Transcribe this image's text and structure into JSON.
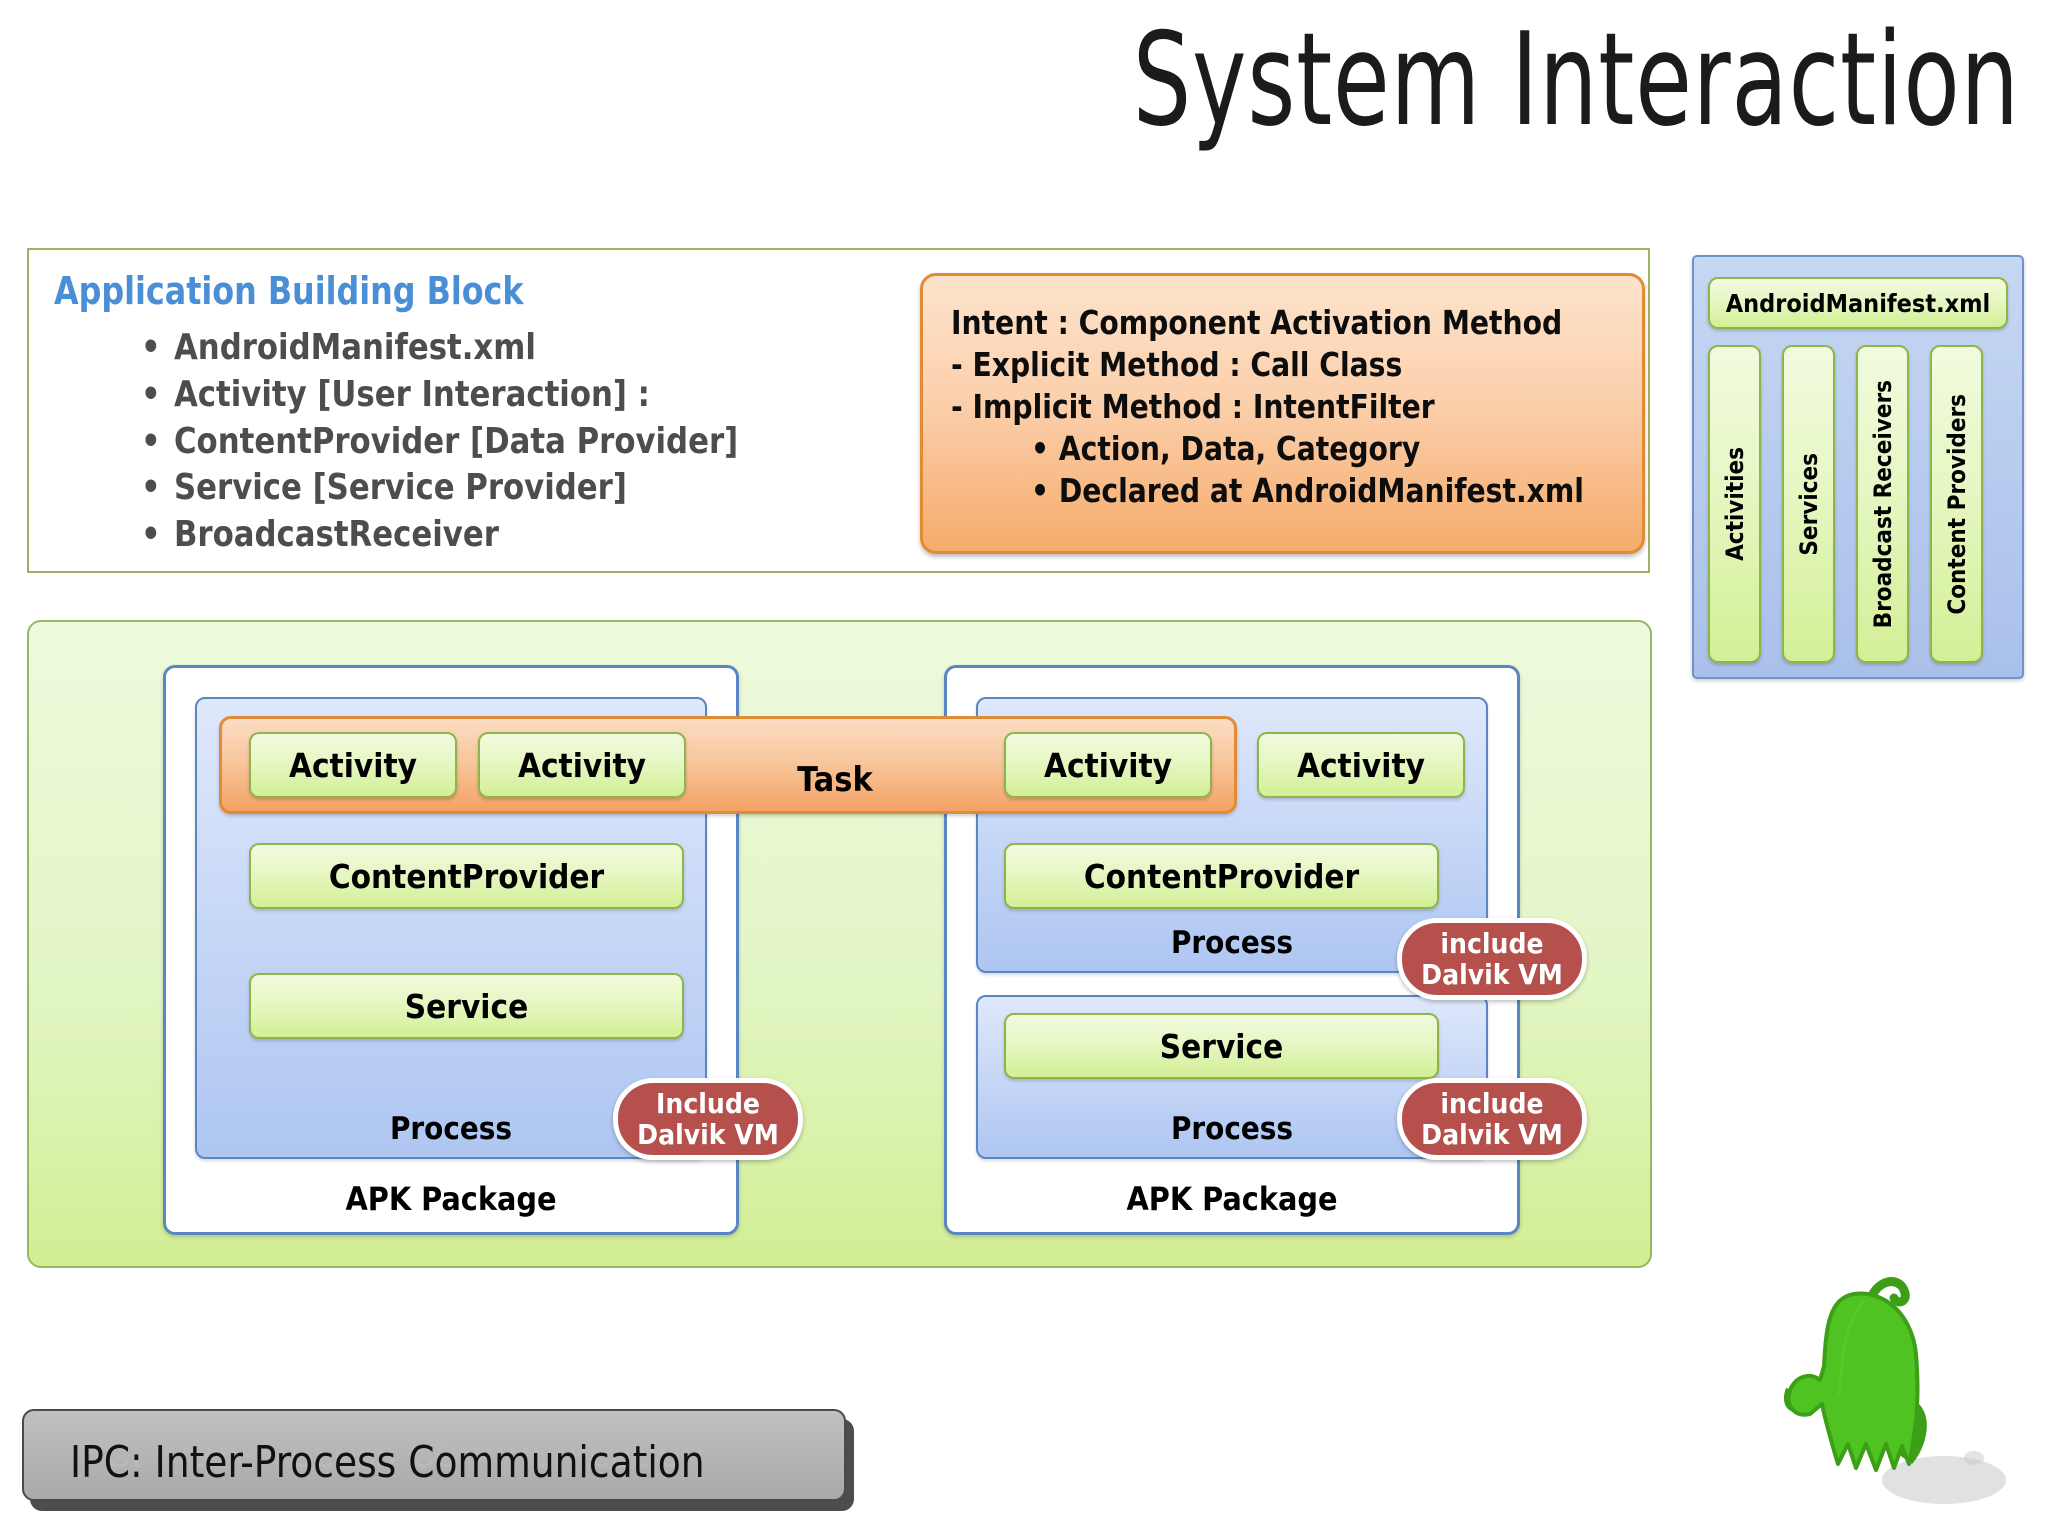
{
  "title": "System Interaction",
  "building_block": {
    "heading": "Application Building Block",
    "items": [
      "AndroidManifest.xml",
      "Activity [User Interaction] :",
      "ContentProvider [Data Provider]",
      "Service [Service Provider]",
      "BroadcastReceiver"
    ]
  },
  "intent_box": {
    "lines": [
      "Intent : Component Activation Method",
      "- Explicit Method : Call Class",
      "- Implicit Method : IntentFilter",
      "• Action, Data, Category",
      "• Declared at AndroidManifest.xml"
    ]
  },
  "manifest_panel": {
    "title": "AndroidManifest.xml",
    "columns": [
      "Activities",
      "Services",
      "Broadcast Receivers",
      "Content Providers"
    ]
  },
  "runtime": {
    "task_label": "Task",
    "apk_left": {
      "package_label": "APK Package",
      "process_label": "Process",
      "activities": [
        "Activity",
        "Activity"
      ],
      "content_provider": "ContentProvider",
      "service": "Service",
      "vm_badge": "Include\nDalvik VM"
    },
    "apk_right": {
      "package_label": "APK Package",
      "process_label_1": "Process",
      "process_label_2": "Process",
      "activities": [
        "Activity",
        "Activity"
      ],
      "content_provider": "ContentProvider",
      "service": "Service",
      "vm_badge_1": "include\nDalvik VM",
      "vm_badge_2": "include\nDalvik VM"
    }
  },
  "footer": {
    "ipc_label": "IPC: Inter-Process Communication"
  },
  "colors": {
    "title_text": "#1b1b1b",
    "heading_blue": "#4a8ed6",
    "list_text": "#4d4d4d",
    "green_border": "#8fb54a",
    "green_fill": "#e6f7c4",
    "blue_border": "#5b86c4",
    "blue_fill": "#c9d9f7",
    "orange_border": "#e08b35",
    "orange_fill": "#f8c79e",
    "vm_red": "#b5504c",
    "ipc_gray": "#b5b5b5",
    "mascot_green": "#4ec322"
  },
  "icons": {
    "mascot": "android-mascot-icon"
  }
}
